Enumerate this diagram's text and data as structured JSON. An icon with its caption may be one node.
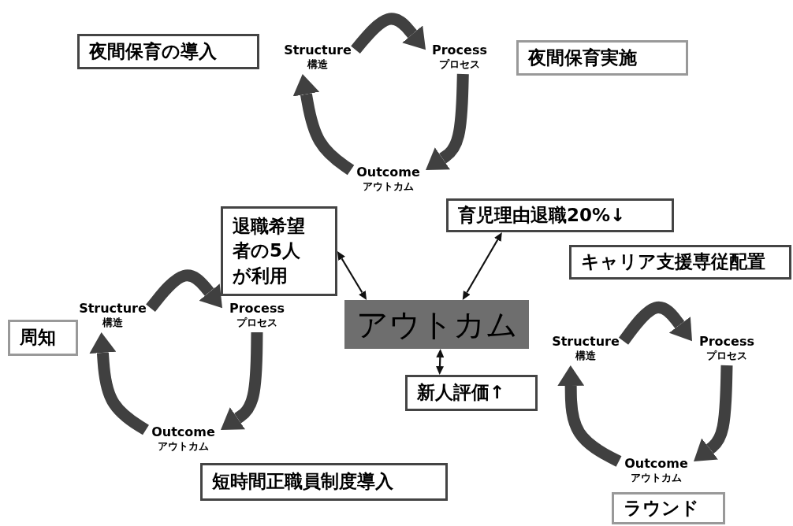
{
  "diagram": {
    "nodes": [
      {
        "text": [
          "夜間保育の導入"
        ]
      },
      {
        "text": [
          "Structure",
          "構造"
        ]
      },
      {
        "text": [
          "Process",
          "プロセス"
        ]
      },
      {
        "text": [
          "夜間保育実施"
        ]
      },
      {
        "text": [
          "Outcome",
          "アウトカム"
        ]
      },
      {
        "text": [
          "育児理由退職20%↓"
        ]
      },
      {
        "text": [
          "退職希望者の5人が利用"
        ]
      },
      {
        "text": [
          "キャリア支援専従配置"
        ]
      },
      {
        "text": [
          "Structure",
          "構造"
        ]
      },
      {
        "text": [
          "Process",
          "プロセス"
        ]
      },
      {
        "text": [
          "アウトカム"
        ]
      },
      {
        "text": [
          "周知"
        ]
      },
      {
        "text": [
          "Structure",
          "構造"
        ]
      },
      {
        "text": [
          "Process",
          "プロセス"
        ]
      },
      {
        "text": [
          "新人評価↑"
        ]
      },
      {
        "text": [
          "Outcome",
          "アウトカム"
        ]
      },
      {
        "text": [
          "短時間正職員制度導入"
        ]
      },
      {
        "text": [
          "Outcome",
          "アウトカム"
        ]
      },
      {
        "text": [
          "ラウンド"
        ]
      }
    ],
    "edges": [
      {
        "from": 1,
        "to": 2,
        "arrow": "to"
      },
      {
        "from": 2,
        "to": 4,
        "arrow": "to"
      },
      {
        "from": 4,
        "to": 1,
        "arrow": "to"
      },
      {
        "from": 8,
        "to": 9,
        "arrow": "to"
      },
      {
        "from": 9,
        "to": 15,
        "arrow": "to"
      },
      {
        "from": 15,
        "to": 8,
        "arrow": "to"
      },
      {
        "from": 12,
        "to": 13,
        "arrow": "to"
      },
      {
        "from": 13,
        "to": 17,
        "arrow": "to"
      },
      {
        "from": 17,
        "to": 12,
        "arrow": "to"
      },
      {
        "from": 6,
        "to": 10,
        "arrow": "both"
      },
      {
        "from": 5,
        "to": 10,
        "arrow": "both"
      },
      {
        "from": 10,
        "to": 14,
        "arrow": "both"
      }
    ]
  }
}
